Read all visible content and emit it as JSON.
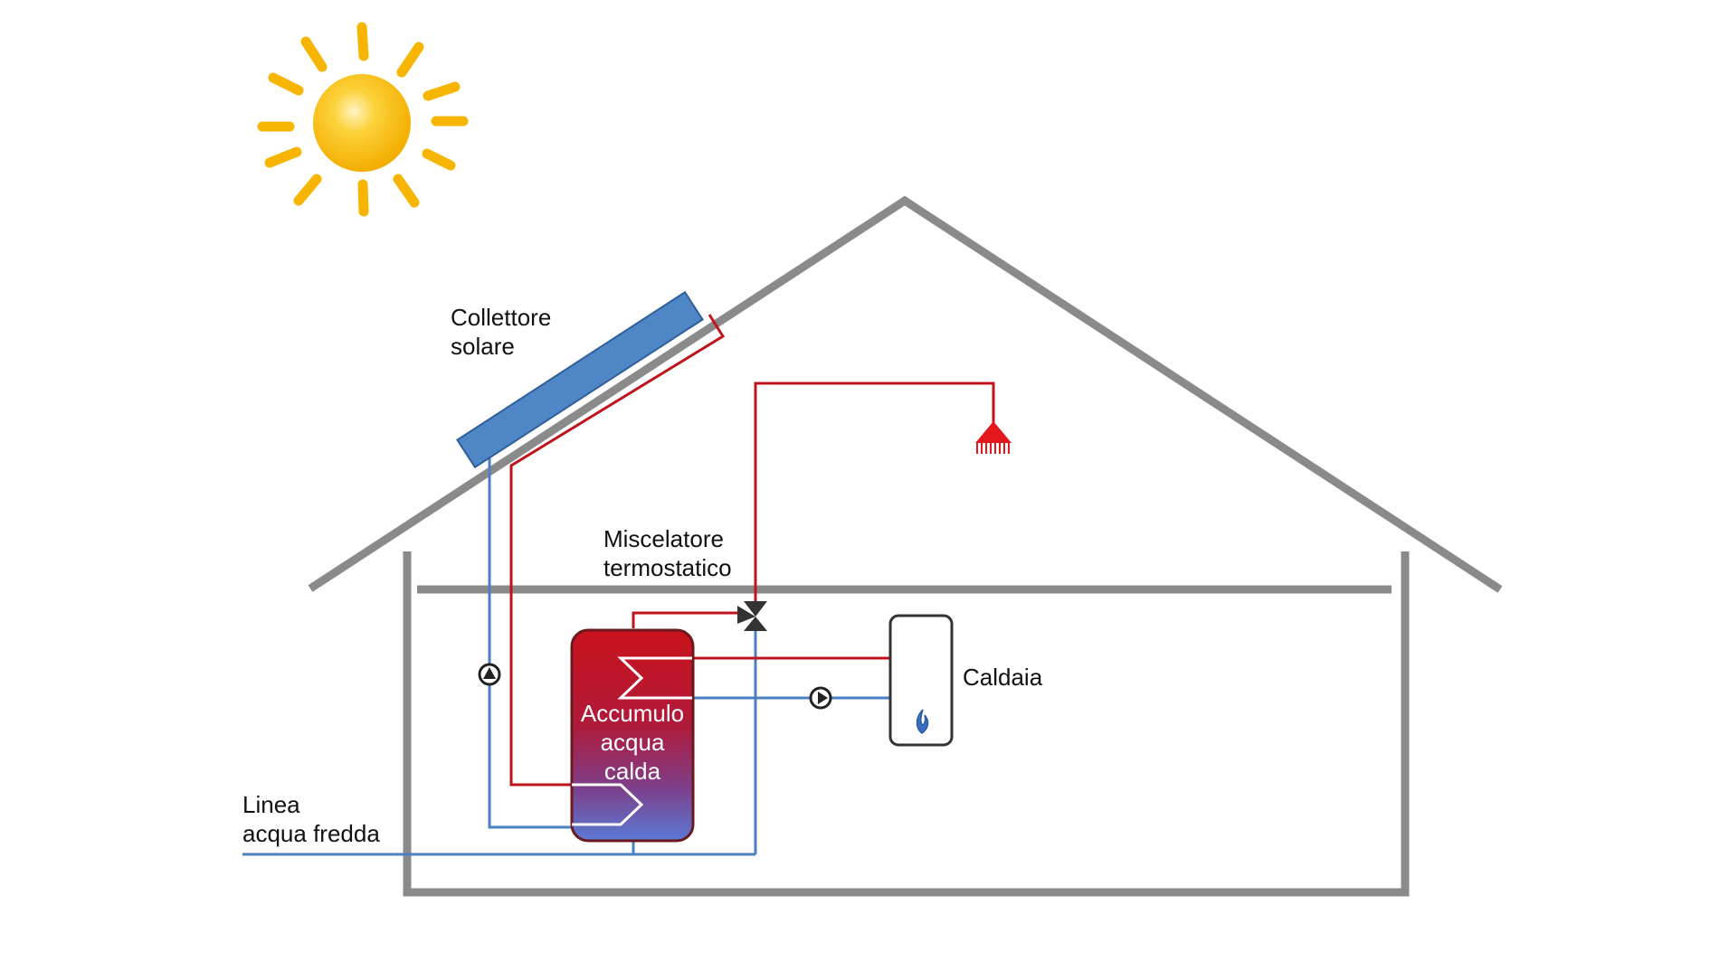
{
  "labels": {
    "collector_line1": "Collettore",
    "collector_line2": "solare",
    "mixer_line1": "Miscelatore",
    "mixer_line2": "termostatico",
    "boiler": "Caldaia",
    "tank_line1": "Accumulo",
    "tank_line2": "acqua",
    "tank_line3": "calda",
    "cold_line1": "Linea",
    "cold_line2": "acqua fredda"
  },
  "colors": {
    "house_outline": "#8a8a8a",
    "hot_pipe": "#c0141c",
    "cold_pipe": "#4a7fc1",
    "collector_fill": "#4f86c6",
    "collector_border": "#2f5f9a",
    "sun": "#f7b500",
    "sun_highlight": "#fde7a0",
    "tank_top": "#c8141c",
    "tank_bottom": "#5a78d0",
    "shower": "#e4181c",
    "flame": "#3a6fc4"
  },
  "icons": [
    "sun-icon",
    "pump-icon",
    "mixing-valve-icon",
    "shower-head-icon",
    "flame-icon",
    "heat-exchanger-coil-icon"
  ]
}
